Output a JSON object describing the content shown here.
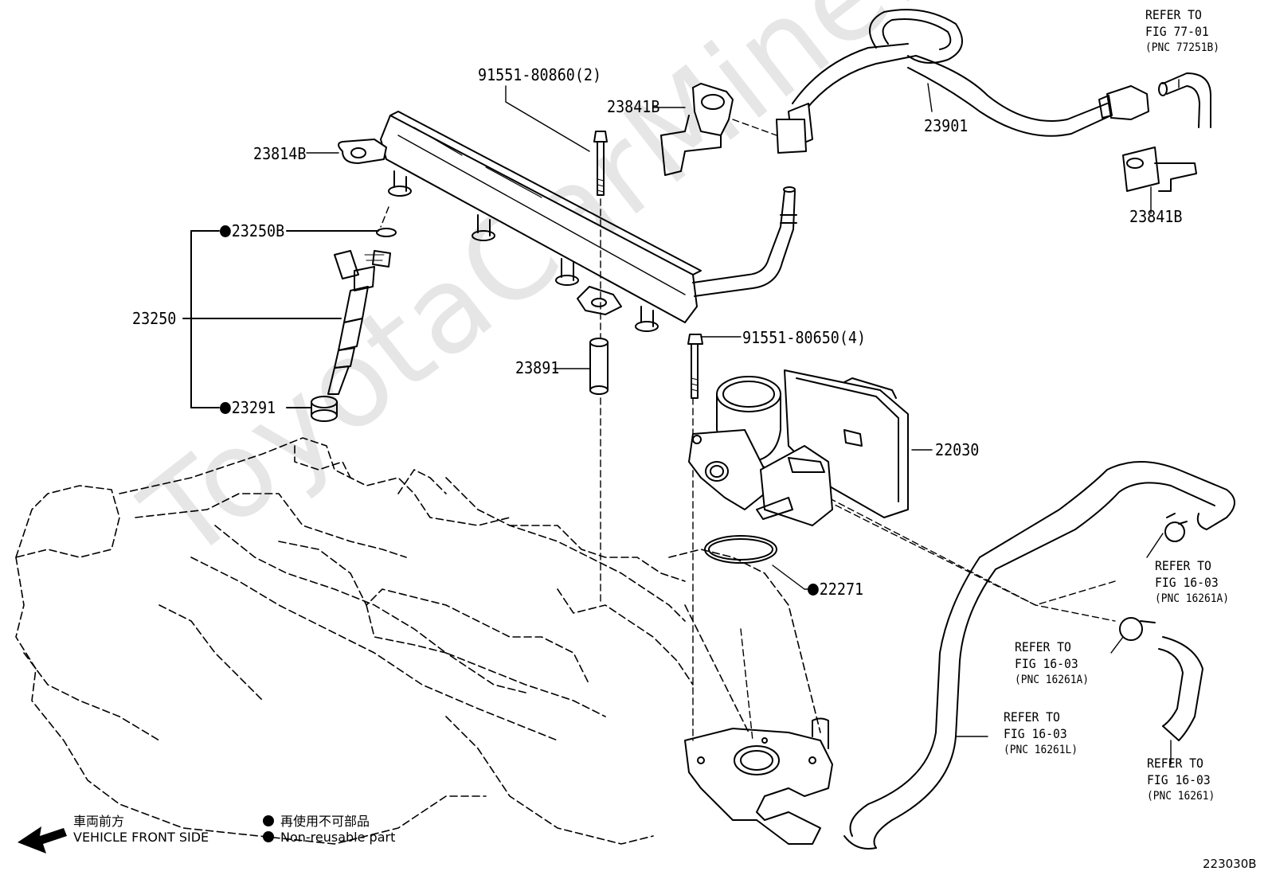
{
  "watermark": "ToyotaCarMine.ru",
  "parts": {
    "p91551_80860": "91551-80860(2)",
    "p23841B_top": "23841B",
    "p23901": "23901",
    "p23814B": "23814B",
    "p23250B": "23250B",
    "p23250": "23250",
    "p23291": "23291",
    "p23891": "23891",
    "p91551_80650": "91551-80650(4)",
    "p22030": "22030",
    "p22271": "22271",
    "p23841B_right": "23841B"
  },
  "refs": {
    "ref_77_01": {
      "l1": "REFER TO",
      "l2": "FIG 77-01",
      "l3": "(PNC 77251B)"
    },
    "ref_16_03_a_upper": {
      "l1": "REFER TO",
      "l2": "FIG 16-03",
      "l3": "(PNC 16261A)"
    },
    "ref_16_03_a_mid": {
      "l1": "REFER TO",
      "l2": "FIG 16-03",
      "l3": "(PNC 16261A)"
    },
    "ref_16_03_l": {
      "l1": "REFER TO",
      "l2": "FIG 16-03",
      "l3": "(PNC 16261L)"
    },
    "ref_16_03": {
      "l1": "REFER TO",
      "l2": "FIG 16-03",
      "l3": "(PNC 16261)"
    }
  },
  "legend": {
    "front_jp": "車両前方",
    "front_en": "VEHICLE FRONT SIDE",
    "nonreuse_jp": "再使用不可部品",
    "nonreuse_en": "Non-reusable part"
  },
  "figure_id": "223030B"
}
